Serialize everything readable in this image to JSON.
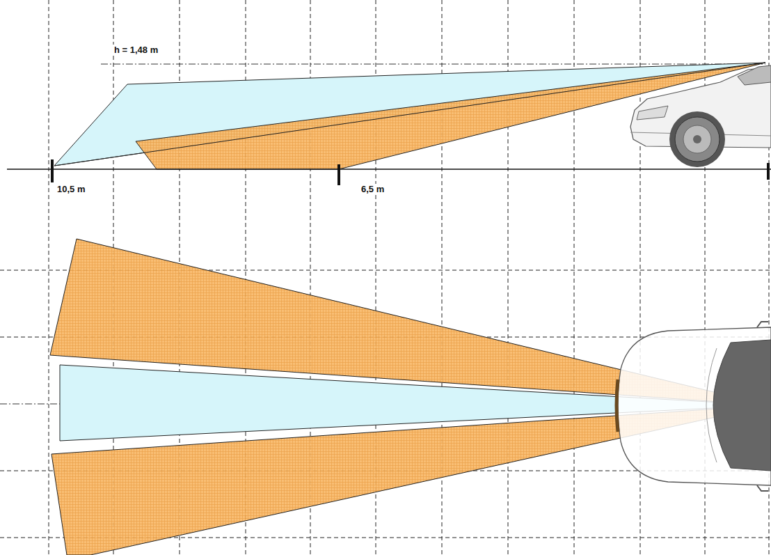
{
  "diagram": {
    "labels": [
      "h = 1,48 m",
      "10,5 m",
      "6,5 m"
    ]
  }
}
